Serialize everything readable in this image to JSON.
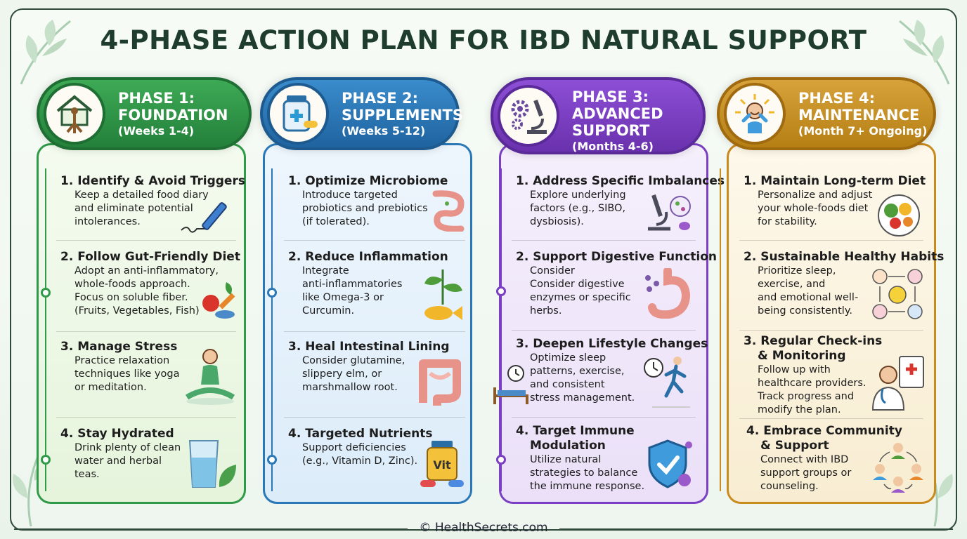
{
  "title": "4-PHASE ACTION PLAN FOR IBD NATURAL SUPPORT",
  "footer": "© HealthSecrets.com",
  "colors": {
    "phase1": "#2f9a47",
    "phase2": "#2a78b8",
    "phase3": "#7a3fc2",
    "phase4": "#c98a1e"
  },
  "phases": [
    {
      "title_lines": [
        "PHASE 1:",
        "FOUNDATION"
      ],
      "subtitle": "(Weeks 1-4)",
      "icon": "house-roots-icon",
      "items": [
        {
          "title": "1.  Identify & Avoid Triggers",
          "desc": [
            "Keep a detailed food diary",
            "and eliminate potential",
            "intolerances."
          ],
          "icon": "pen-icon"
        },
        {
          "title": "2. Follow Gut-Friendly Diet",
          "desc": [
            "Adopt an anti-inflammatory,",
            "whole-foods approach.",
            "Focus on soluble fiber.",
            "(Fruits, Vegetables, Fish)"
          ],
          "icon": "fruits-vegetables-icon"
        },
        {
          "title": "3. Manage Stress",
          "desc": [
            "Practice relaxation",
            "techniques like yoga",
            "or meditation."
          ],
          "icon": "meditation-icon"
        },
        {
          "title": "4. Stay Hydrated",
          "desc": [
            "Drink plenty of clean",
            "water and herbal",
            "teas."
          ],
          "icon": "water-glass-icon"
        }
      ]
    },
    {
      "title_lines": [
        "PHASE 2:",
        "SUPPLEMENTS"
      ],
      "subtitle": "(Weeks 5-12)",
      "icon": "supplement-bottle-icon",
      "items": [
        {
          "title": "1.  Optimize Microbiome",
          "desc": [
            "Introduce targeted",
            "probiotics and prebiotics",
            "(if tolerated)."
          ],
          "icon": "intestine-icon"
        },
        {
          "title": "2. Reduce Inflammation",
          "desc": [
            "Integrate",
            "anti-inflammatories",
            "like Omega-3 or",
            "Curcumin."
          ],
          "icon": "leaf-fish-icon"
        },
        {
          "title": "3. Heal Intestinal Lining",
          "desc": [
            "Consider glutamine,",
            "slippery elm, or",
            "marshmallow root."
          ],
          "icon": "colon-icon"
        },
        {
          "title": "4. Targeted Nutrients",
          "desc": [
            "Support deficiencies",
            "(e.g., Vitamin D, Zinc)."
          ],
          "icon": "vitamin-bottle-icon",
          "icon_label": "Vit"
        }
      ]
    },
    {
      "title_lines": [
        "PHASE 3:",
        "ADVANCED",
        "SUPPORT"
      ],
      "subtitle": "(Months 4-6)",
      "icon": "gears-microscope-icon",
      "items": [
        {
          "title": "1.  Address Specific Imbalances",
          "desc": [
            "Explore underlying",
            "factors (e.g., SIBO,",
            "dysbiosis)."
          ],
          "icon": "microscope-icon"
        },
        {
          "title": "2. Support Digestive Function",
          "desc": [
            "Consider",
            "Consider digestive",
            "enzymes or specific",
            "herbs."
          ],
          "icon": "stomach-icon"
        },
        {
          "title": "3. Deepen Lifestyle Changes",
          "desc": [
            "Optimize sleep",
            "patterns, exercise,",
            "and consistent",
            "stress management."
          ],
          "icon": "runner-clock-icon"
        },
        {
          "title": "4. Target Immune",
          "title2": "Modulation",
          "desc": [
            "Utilize natural",
            "strategies to balance",
            "the immune response."
          ],
          "icon": "shield-icon"
        }
      ]
    },
    {
      "title_lines": [
        "PHASE 4:",
        "MAINTENANCE"
      ],
      "subtitle": "(Month 7+ Ongoing)",
      "icon": "happy-person-icon",
      "items": [
        {
          "title": "1.  Maintain Long-term Diet",
          "desc": [
            "Personalize and adjust",
            "your whole-foods diet",
            "for stability."
          ],
          "icon": "salad-bowl-icon"
        },
        {
          "title": "2. Sustainable Healthy Habits",
          "desc": [
            "Prioritize sleep,",
            "exercise, and",
            "and emotional well-",
            "being consistently."
          ],
          "icon": "habits-cycle-icon"
        },
        {
          "title": "3. Regular Check-ins",
          "title2": "& Monitoring",
          "desc": [
            "Follow up with",
            "healthcare providers.",
            "Track progress and",
            "modify the plan."
          ],
          "icon": "doctor-icon"
        },
        {
          "title": "4. Embrace Community",
          "title2": "& Support",
          "desc": [
            "Connect with IBD",
            "support groups or",
            "counseling."
          ],
          "icon": "community-icon"
        }
      ]
    }
  ]
}
